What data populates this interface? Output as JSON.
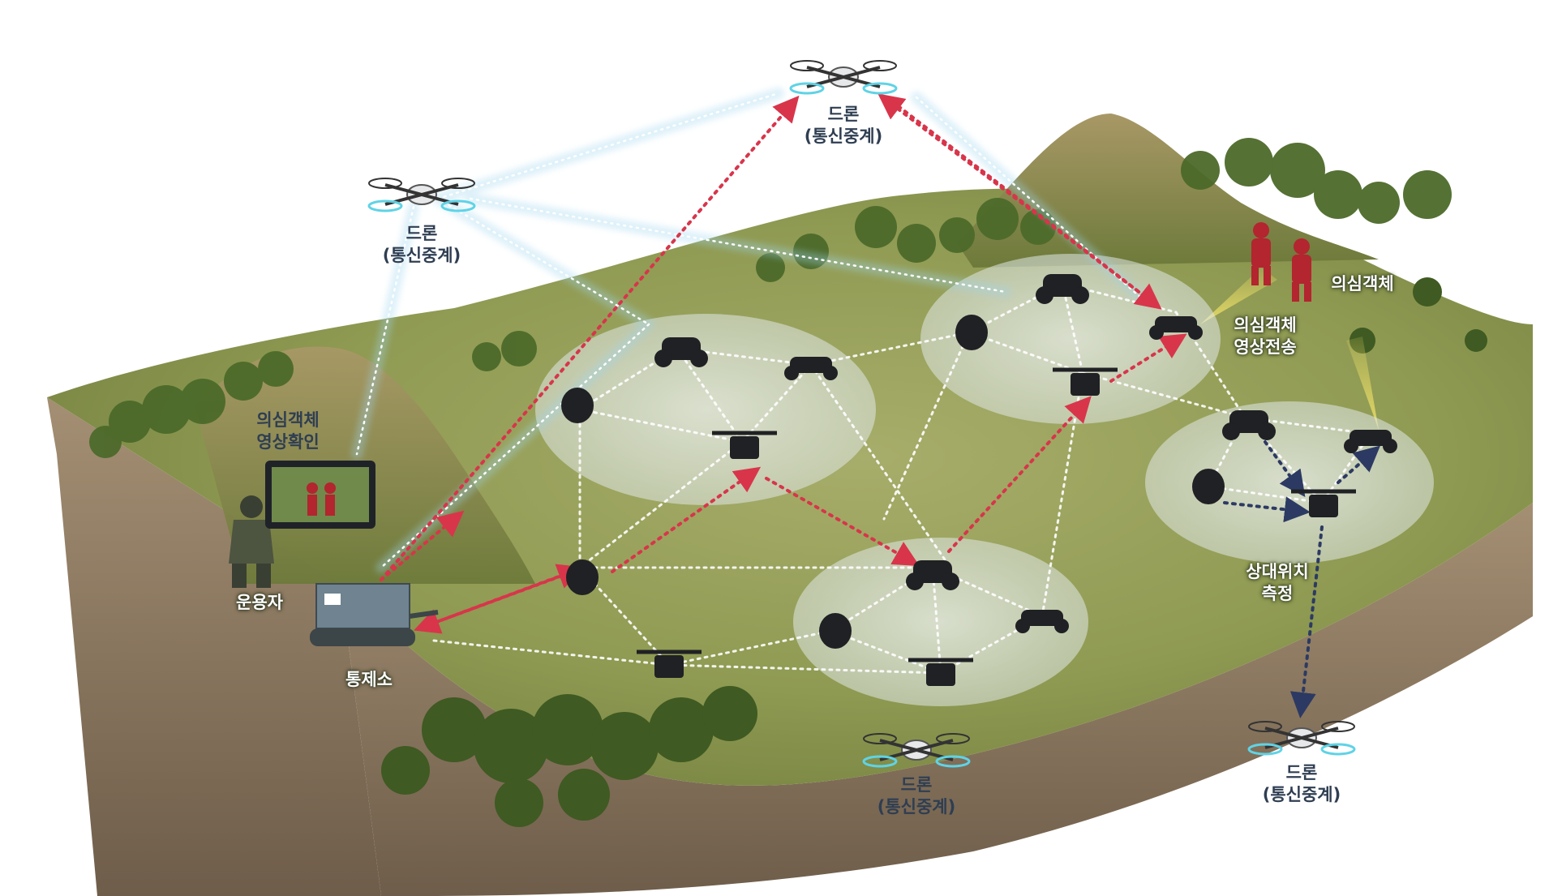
{
  "labels": {
    "drone_top_center": {
      "line1": "드론",
      "line2": "(통신중계)"
    },
    "drone_top_left": {
      "line1": "드론",
      "line2": "(통신중계)"
    },
    "drone_bottom_center": {
      "line1": "드론",
      "line2": "(통신중계)"
    },
    "drone_bottom_right": {
      "line1": "드론",
      "line2": "(통신중계)"
    },
    "suspect_video_check": {
      "line1": "의심객체",
      "line2": "영상확인"
    },
    "operator": "운용자",
    "control_station": "통제소",
    "suspect_object": "의심객체",
    "suspect_video_transmit": {
      "line1": "의심객체",
      "line2": "영상전송"
    },
    "relative_position": {
      "line1": "상대위치",
      "line2": "측정"
    }
  },
  "colors": {
    "relay_link": "#9fd6ee",
    "red_link": "#d8354b",
    "navy_link": "#2c3a63",
    "mesh_link": "#ffffff",
    "grass": "#8f9a52",
    "soil": "#8c7a62",
    "cluster_fill": "#e4ecec"
  },
  "icons": {
    "relay_drone": "quadcopter-icon",
    "ground_robot": "ugv-robot-icon",
    "tank": "control-vehicle-icon",
    "soldier": "soldier-icon",
    "monitor": "monitor-icon",
    "suspect": "enemy-soldier-icon"
  }
}
